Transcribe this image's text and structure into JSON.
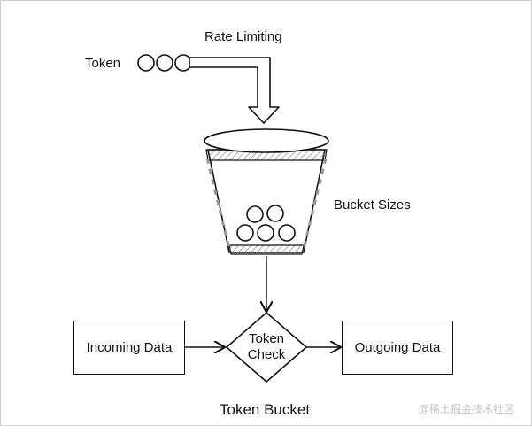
{
  "title": "Rate Limiting",
  "token_label": "Token",
  "bucket_label": "Bucket Sizes",
  "incoming": "Incoming Data",
  "check": {
    "line1": "Token",
    "line2": "Check"
  },
  "outgoing": "Outgoing Data",
  "footer": "Token Bucket",
  "watermark": "@稀土掘金技术社区",
  "icons": {
    "watermark_logo": "at-sign-icon"
  }
}
